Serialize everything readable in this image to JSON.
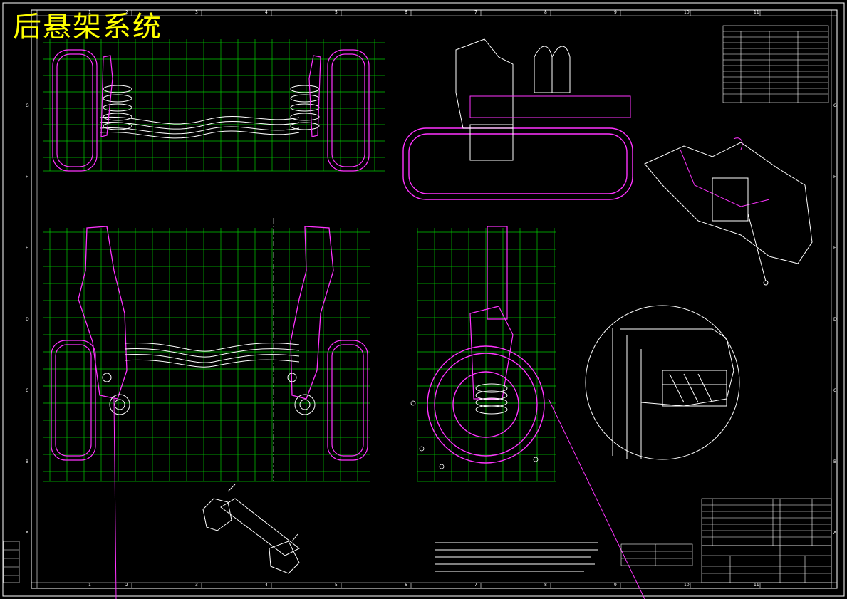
{
  "drawing": {
    "title": "后悬架系统"
  },
  "frame": {
    "columns": [
      "1",
      "2",
      "3",
      "4",
      "5",
      "6",
      "7",
      "8",
      "9",
      "10",
      "11"
    ],
    "rows": [
      "A",
      "B",
      "C",
      "D",
      "E",
      "F",
      "G"
    ]
  },
  "colors": {
    "background": "#000000",
    "grid": "#00cc00",
    "outline": "#ffffff",
    "highlight": "#ff33ff",
    "title_text": "#ffff00"
  }
}
